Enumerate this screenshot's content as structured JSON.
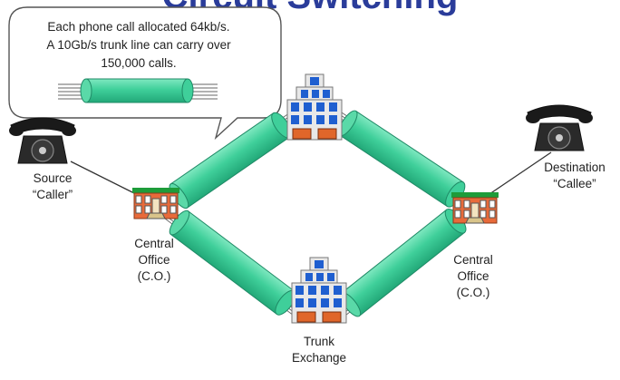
{
  "slide": {
    "title": "Circuit Switching"
  },
  "callout": {
    "lines": [
      "Each phone call allocated 64kb/s.",
      "A 10Gb/s trunk line can carry over",
      "150,000 calls."
    ]
  },
  "nodes": {
    "source": {
      "label_line1": "Source",
      "label_line2": "“Caller”"
    },
    "destination": {
      "label_line1": "Destination",
      "label_line2": "“Callee”"
    },
    "co_left": {
      "label_line1": "Central",
      "label_line2": "Office",
      "label_line3": "(C.O.)"
    },
    "co_right": {
      "label_line1": "Central",
      "label_line2": "Office",
      "label_line3": "(C.O.)"
    },
    "trunk_exchange": {
      "label_line1": "Trunk",
      "label_line2": "Exchange"
    }
  },
  "colors": {
    "trunk_fill": "#3fcf9a",
    "trunk_stroke": "#1f8a66",
    "building_body": "#e8e8e8",
    "building_window": "#1f5fd0",
    "building_door": "#e0662a",
    "office_roof": "#1e9c3a",
    "office_body": "#e86a3a",
    "title": "#2a3c9a"
  }
}
